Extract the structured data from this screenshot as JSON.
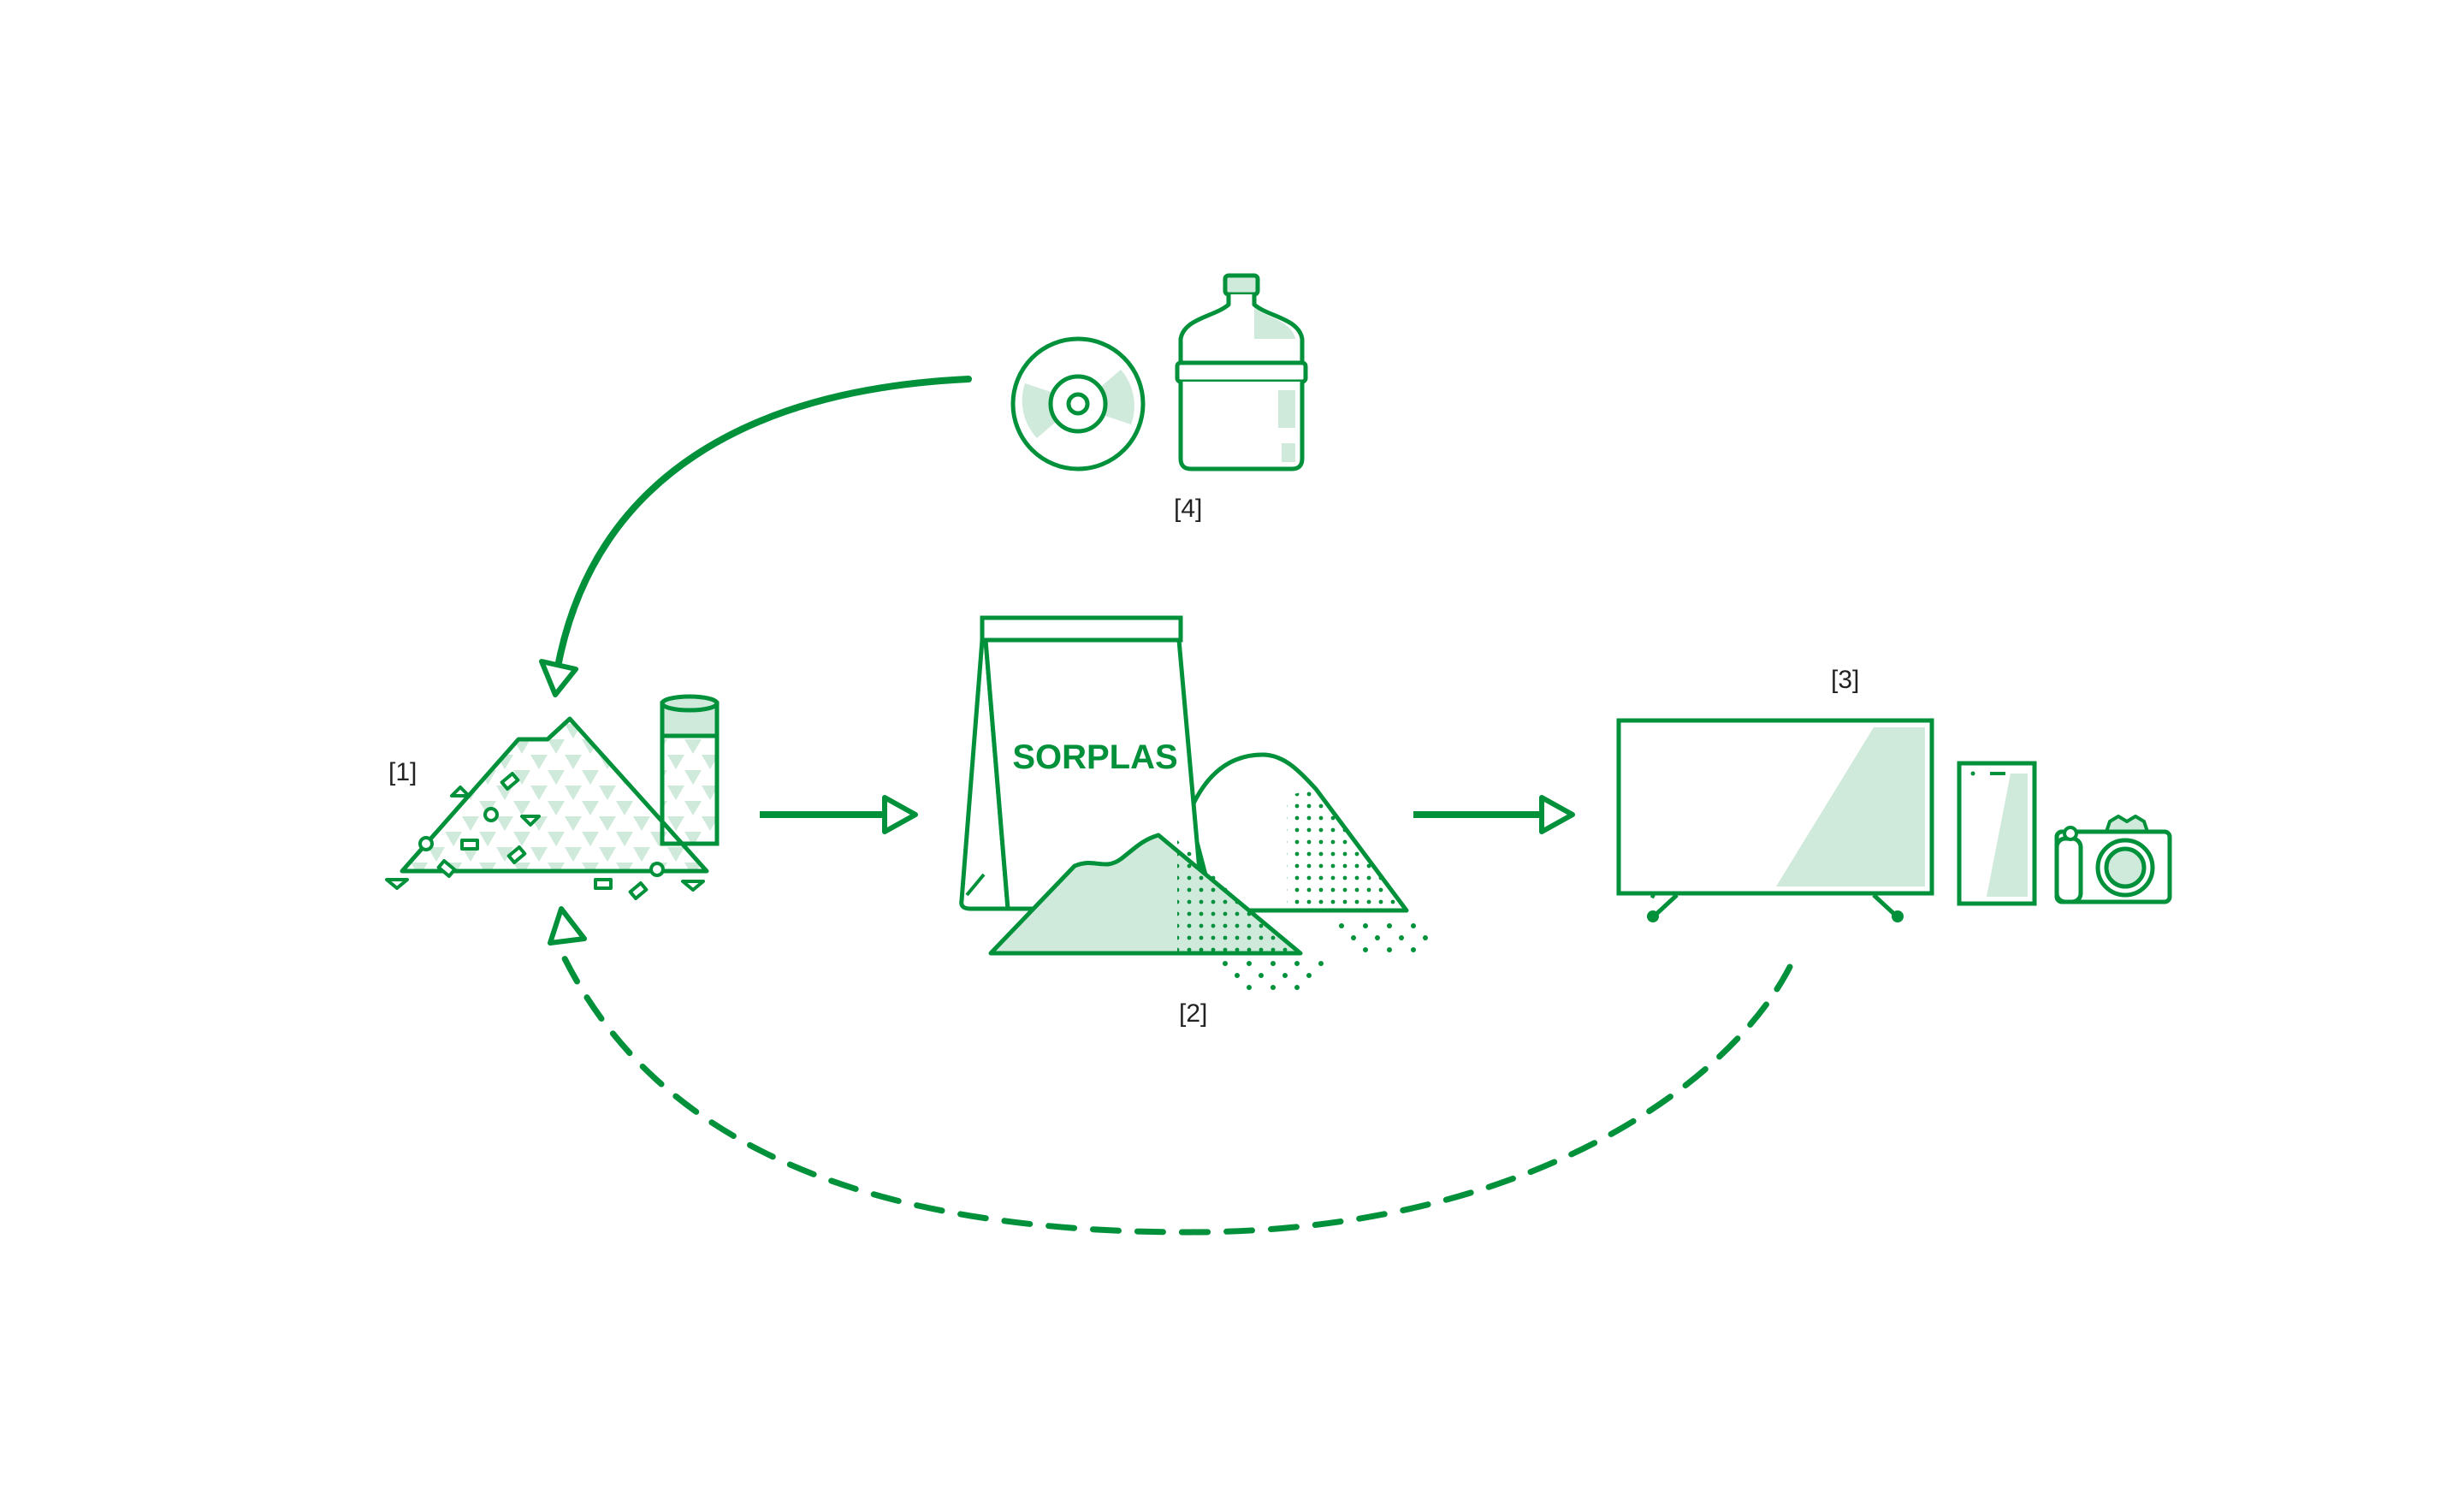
{
  "colors": {
    "accent": "#00913a",
    "fill_light": "#cfe9da",
    "text": "#222222"
  },
  "labels": {
    "step1": "[1]",
    "step2": "[2]",
    "step3": "[3]",
    "step4": "[4]"
  },
  "bag_text": "SORPLAS",
  "icons": {
    "waste_plastic": "plastic-waste-pile-icon",
    "pellet_bag": "sorplas-bag-icon",
    "products": [
      "tv-icon",
      "smartphone-icon",
      "camera-icon"
    ],
    "sources": [
      "cd-disc-icon",
      "water-bottle-icon"
    ]
  },
  "arrows": {
    "top": "solid",
    "center_left": "solid",
    "center_right": "solid",
    "bottom": "dashed"
  }
}
